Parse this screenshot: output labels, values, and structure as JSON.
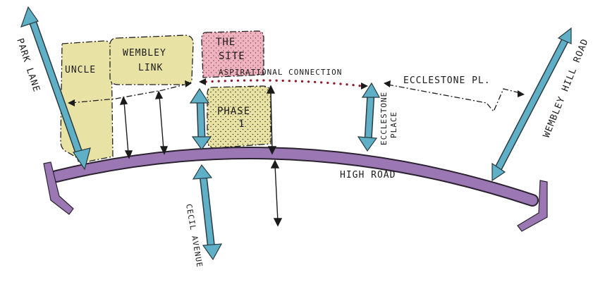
{
  "blocks": {
    "uncle": "UNCLE",
    "wembley_link_1": "WEMBLEY",
    "wembley_link_2": "LINK",
    "site_1": "THE",
    "site_2": "SITE",
    "phase_1": "PHASE",
    "phase_2": "1"
  },
  "labels": {
    "park_lane": "PARK LANE",
    "aspirational_connection": "ASPIRATIONAL CONNECTION",
    "ecclestone_pl": "ECCLESTONE PL.",
    "ecclestone_place_1": "ECCLESTONE",
    "ecclestone_place_2": "PLACE",
    "wembley_hill_road": "WEMBLEY HILL ROAD",
    "high_road": "HIGH ROAD",
    "cecil_avenue": "CECIL AVENUE"
  },
  "colors": {
    "yellow_block": "#e8e2a4",
    "pink_site": "#efb3c0",
    "purple_road": "#9b78b3",
    "teal_arrow": "#5fb0c6",
    "dotted_line": "#8c1a2a",
    "ink": "#1b1b1b"
  }
}
